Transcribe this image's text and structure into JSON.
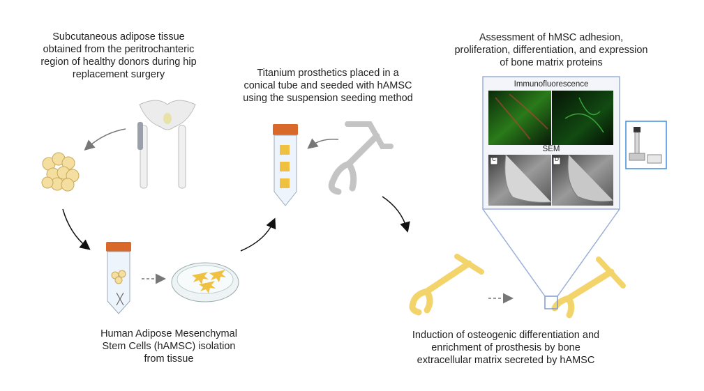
{
  "captions": {
    "adipose": [
      "Subcutaneous adipose tissue",
      "obtained from the peritrochanteric",
      "region of healthy donors during hip",
      "replacement surgery"
    ],
    "titanium": [
      "Titanium prosthetics placed in a",
      "conical tube and seeded with hAMSC",
      "using the suspension seeding method"
    ],
    "assessment": [
      "Assessment of hMSC adhesion,",
      "proliferation, differentiation, and expression",
      "of bone matrix proteins"
    ],
    "isolation": [
      "Human Adipose Mesenchymal",
      "Stem Cells (hAMSC) isolation",
      "from tissue"
    ],
    "induction": [
      "Induction of osteogenic differentiation and",
      "enrichment of prosthesis by bone",
      "extracellular matrix secreted by hAMSC"
    ]
  },
  "panel": {
    "immuno_label": "Immunofluorescence",
    "sem_label": "SEM",
    "sem_left_tag": "C",
    "sem_right_tag": "D"
  },
  "colors": {
    "tube_cap": "#d9692a",
    "prosthesis_gray": "#c4c4c4",
    "prosthesis_yellow": "#f2d46b",
    "panel_border": "#9aafd8",
    "cells_yellow": "#f0c040"
  }
}
